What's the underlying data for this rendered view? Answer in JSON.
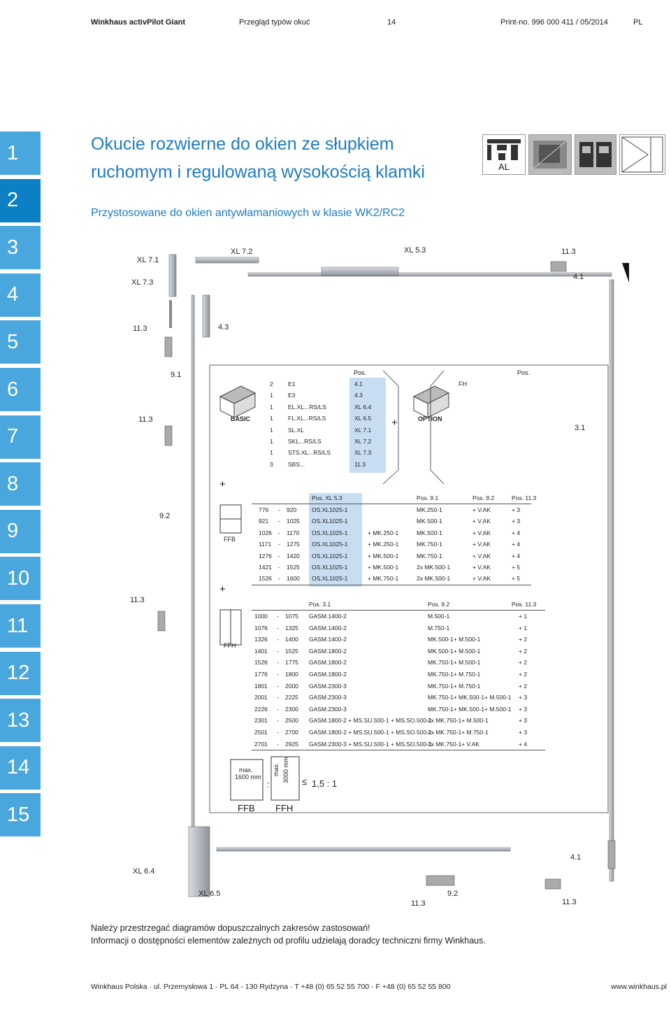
{
  "header": {
    "brand": "Winkhaus activPilot Giant",
    "section": "Przegląd typów okuć",
    "page": "14",
    "print_no": "Print-no. 996 000 411 / 05/2014",
    "lang": "PL"
  },
  "sidebar": {
    "tabs": [
      "1",
      "2",
      "3",
      "4",
      "5",
      "6",
      "7",
      "8",
      "9",
      "10",
      "11",
      "12",
      "13",
      "14",
      "15"
    ],
    "active_index": 1
  },
  "title": {
    "line1": "Okucie rozwierne do okien ze słupkiem",
    "line2": "ruchomym i regulowaną wysokością klamki",
    "subtitle": "Przystosowane do okien antywłamaniowych w klasie WK2/RC2"
  },
  "profile_icons": {
    "al_label": "AL"
  },
  "part_labels": {
    "xl71": "XL 7.1",
    "xl73": "XL 7.3",
    "xl72": "XL 7.2",
    "xl53": "XL 5.3",
    "p113a": "11.3",
    "p41a": "4.1",
    "p113b": "11.3",
    "p43": "4.3",
    "p91": "9.1",
    "p113c": "11.3",
    "p31": "3.1",
    "p92": "9.2",
    "p113d": "11.3",
    "xl64": "XL 6.4",
    "xl65": "XL 6.5",
    "p113e": "11.3",
    "p92b": "9.2",
    "p113f": "11.3",
    "p41b": "4.1"
  },
  "basic": {
    "label": "BASIC",
    "pos_header": "Pos.",
    "rows": [
      {
        "qty": "2",
        "name": "E1",
        "pos": "4.1"
      },
      {
        "qty": "1",
        "name": "E3",
        "pos": "4.3"
      },
      {
        "qty": "1",
        "name": "EL.XL...RS/LS",
        "pos": "XL 6.4"
      },
      {
        "qty": "1",
        "name": "FL.XL...RS/LS",
        "pos": "XL 6.5"
      },
      {
        "qty": "1",
        "name": "SL.XL",
        "pos": "XL 7.1"
      },
      {
        "qty": "1",
        "name": "SKL...RS/LS",
        "pos": "XL 7.2"
      },
      {
        "qty": "1",
        "name": "STS.XL...RS/LS",
        "pos": "XL 7.3"
      },
      {
        "qty": "3",
        "name": "SBS...",
        "pos": "11.3"
      }
    ]
  },
  "option": {
    "label": "OPTION",
    "col_fh": "FH",
    "pos_header": "Pos."
  },
  "signs": {
    "plus": "+",
    "dash": "-"
  },
  "ffb": {
    "label": "FFB",
    "headers": [
      "Pos. XL 5.3",
      "Pos. 9.1",
      "Pos. 9.2",
      "Pos. 11.3"
    ],
    "rows": [
      [
        "776",
        "920",
        "OS.XL1025-1",
        "",
        "MK.250-1",
        "+ V.AK",
        "+ 3"
      ],
      [
        "921",
        "1025",
        "OS.XL1025-1",
        "",
        "MK.500-1",
        "+ V.AK",
        "+ 3"
      ],
      [
        "1026",
        "1170",
        "OS.XL1025-1",
        "+ MK.250-1",
        "MK.500-1",
        "+ V.AK",
        "+ 4"
      ],
      [
        "1171",
        "1275",
        "OS.XL1025-1",
        "+ MK.250-1",
        "MK.750-1",
        "+ V.AK",
        "+ 4"
      ],
      [
        "1276",
        "1420",
        "OS.XL1025-1",
        "+ MK.500-1",
        "MK.750-1",
        "+ V.AK",
        "+ 4"
      ],
      [
        "1421",
        "1525",
        "OS.XL1025-1",
        "+ MK.500-1",
        "2x MK.500-1",
        "+ V.AK",
        "+ 5"
      ],
      [
        "1526",
        "1600",
        "OS.XL1025-1",
        "+ MK.750-1",
        "2x MK.500-1",
        "+ V.AK",
        "+ 5"
      ]
    ]
  },
  "ffh": {
    "label": "FFH",
    "headers": [
      "Pos. 3.1",
      "Pos. 9.2",
      "Pos. 11.3"
    ],
    "rows": [
      [
        "1000",
        "1075",
        "GASM.1400-2",
        "M.500-1",
        "+ 1"
      ],
      [
        "1076",
        "1325",
        "GASM.1400-2",
        "M.750-1",
        "+ 1"
      ],
      [
        "1326",
        "1400",
        "GASM.1400-2",
        "MK.500-1+ M.500-1",
        "+ 2"
      ],
      [
        "1401",
        "1525",
        "GASM.1800-2",
        "MK.500-1+ M.500-1",
        "+ 2"
      ],
      [
        "1526",
        "1775",
        "GASM.1800-2",
        "MK.750-1+ M.500-1",
        "+ 2"
      ],
      [
        "1776",
        "1800",
        "GASM.1800-2",
        "MK.750-1+ M.750-1",
        "+ 2"
      ],
      [
        "1801",
        "2000",
        "GASM.2300-3",
        "MK.750-1+ M.750-1",
        "+ 2"
      ],
      [
        "2001",
        "2225",
        "GASM.2300-3",
        "MK.750-1+ MK.500-1+ M.500-1",
        "+ 3"
      ],
      [
        "2226",
        "2300",
        "GASM.2300-3",
        "MK.750-1+ MK.500-1+ M.500-1",
        "+ 3"
      ],
      [
        "2301",
        "2500",
        "GASM.1800-2 + MS.SU.500-1 + MS.SO.500-1",
        "2x MK.750-1+ M.500-1",
        "+ 3"
      ],
      [
        "2501",
        "2700",
        "GASM.1800-2 + MS.SU.500-1 + MS.SO.500-1",
        "2x MK.750-1+ M.750-1",
        "+ 3"
      ],
      [
        "2701",
        "2925",
        "GASM.2300-3 + MS.SU.500-1 + MS.SO.500-1",
        "3x MK.750-1+ V.AK",
        "+ 4"
      ]
    ]
  },
  "limits": {
    "max_label": "max.",
    "ffb_max": "1600 mm",
    "ffh_max": "3000 mm",
    "colon": ":",
    "le": "≤",
    "ratio": "1,5 : 1",
    "ffb": "FFB",
    "ffh": "FFH"
  },
  "footnote": {
    "line1": "Należy przestrzegać diagramów dopuszczalnych zakresów zastosowań!",
    "line2": "Informacji o dostępności elementów zależnych od profilu udzielają doradcy techniczni firmy Winkhaus."
  },
  "footer": {
    "address": "Winkhaus Polska · ul. Przemysłowa 1 · PL 64 - 130 Rydzyna · T +48 (0) 65 52 55 700 · F +48 (0) 65 52 55 800",
    "website": "www.winkhaus.pl"
  },
  "colors": {
    "accent": "#1f7cc1",
    "tab": "#4aa7dd",
    "tab_active": "#0d7fc5",
    "table_highlight": "#c8ddf1"
  }
}
